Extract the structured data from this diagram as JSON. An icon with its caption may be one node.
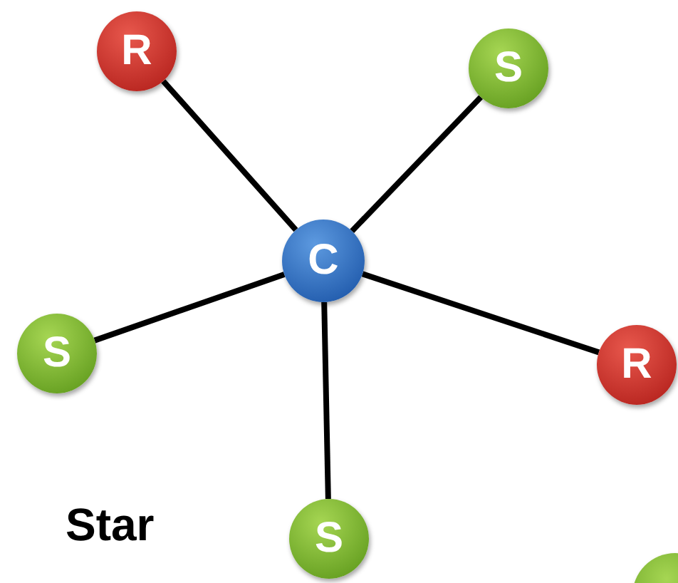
{
  "diagram": {
    "nodes": [
      {
        "text": [
          "R"
        ]
      },
      {
        "text": [
          "S"
        ]
      },
      {
        "text": [
          "C"
        ]
      },
      {
        "text": [
          "S"
        ]
      },
      {
        "text": [
          "R"
        ]
      },
      {
        "text": [
          "S"
        ]
      },
      {
        "text": [],
        "shape": "circle"
      }
    ],
    "edges": [
      {
        "from": 2,
        "to": 0,
        "arrow": "none"
      },
      {
        "from": 2,
        "to": 1,
        "arrow": "none"
      },
      {
        "from": 2,
        "to": 3,
        "arrow": "none"
      },
      {
        "from": 2,
        "to": 4,
        "arrow": "none"
      },
      {
        "from": 2,
        "to": 5,
        "arrow": "none"
      }
    ],
    "title": "Star"
  }
}
